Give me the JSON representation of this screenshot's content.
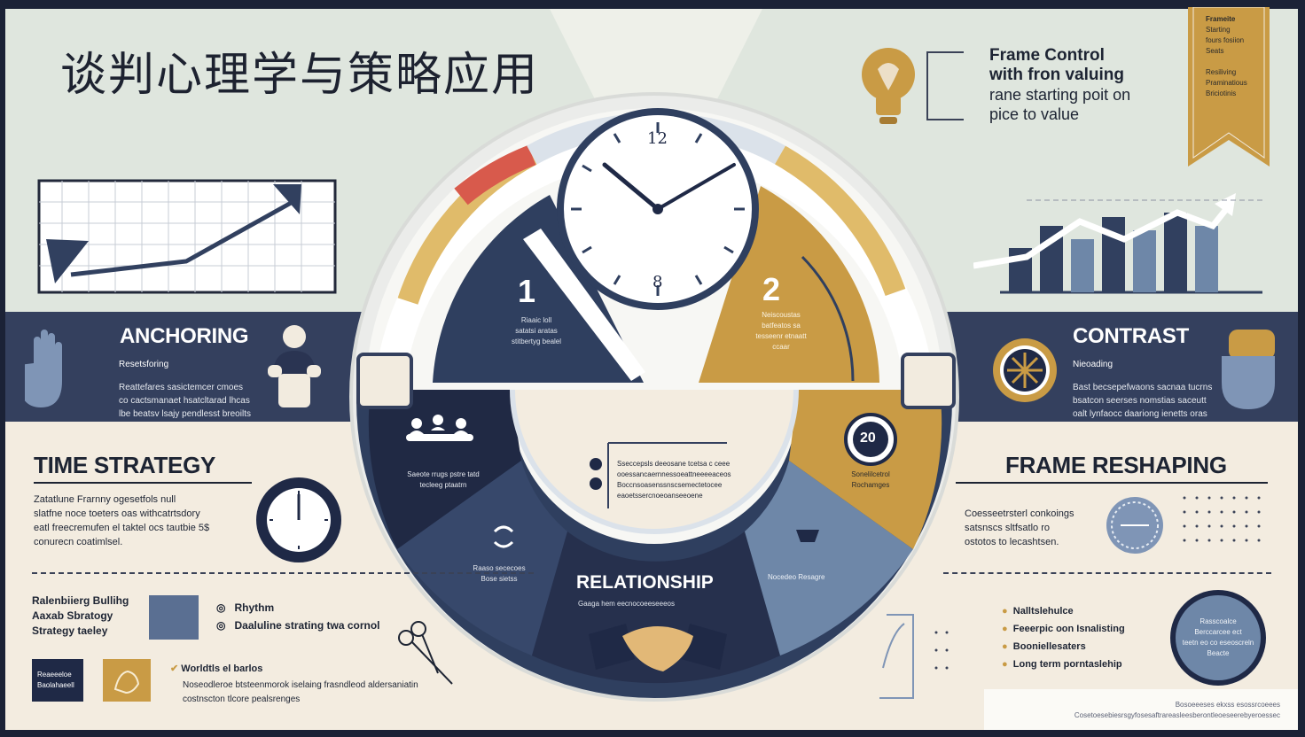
{
  "header": {
    "title": "谈判心理学与策略应用",
    "frame_control": [
      "Frame Control",
      "with fron valuing",
      "rane starting poit on",
      "pice to value"
    ],
    "bookmark_lines": [
      "Frameite",
      "Starting",
      "fours fosiion",
      "Seats",
      "Resiliving",
      "Praminatious",
      "Briciotinis"
    ]
  },
  "sections": {
    "anchoring": {
      "title": "ANCHORING",
      "subtitle": "Resetsforing",
      "body": [
        "Reattefares sasictemcer cmoes",
        "co cactsmanaet hsatcltarad lhcas",
        "lbe beatsv lsajy pendlesst breoilts"
      ]
    },
    "contrast": {
      "title": "CONTRAST",
      "subtitle": "Nieoading",
      "body": [
        "Bast becsepefwaons sacnaa tucrns",
        "bsatcon seerses nomstias saceutt",
        "oalt lynfaocc daariong ienetts oras"
      ]
    },
    "time_strategy": {
      "title": "TIME STRATEGY",
      "body": [
        "Zatatlune Frarnny ogesetfols null",
        "slatfne noce toeters oas withcatrtsdory",
        "eatl freecremufen el taktel ocs tautbie 5$",
        "conurecn coatimlsel."
      ]
    },
    "frame_reshaping": {
      "title": "FRAME RESHAPING",
      "body": [
        "Coesseetrsterl conkoings",
        "satsnscs sltfsatlo ro",
        "ostotos to lecashtsen."
      ]
    },
    "relationship_building": {
      "lines": [
        "Ralenbiierg Bullihg",
        "Aaxab Sbratogy",
        "Strategy taeley"
      ],
      "legend": [
        "Rhythm",
        "Daaluline strating twa cornol"
      ],
      "check": "Worldtls el barlos",
      "notes": [
        "Noseodleroe btsteenmorok iselaing frasndleod aldersaniatin",
        "costnscton tlcore pealsrenges"
      ],
      "box_labels": [
        "Reaeeeloe",
        "Baolahaeell"
      ]
    },
    "bullets": [
      "Nalltslehulce",
      "Feeerpic oon Isnalisting",
      "Booniellesaters",
      "Long term porntaslehip"
    ],
    "circle_badge": [
      "Rasscoalce",
      "Berccarcee ect",
      "teetn eo co eseoscreln",
      "Beacte"
    ],
    "chart_icon_text": ""
  },
  "wheel": {
    "sector1": {
      "number": "1",
      "lines": [
        "Riaaic loll",
        "satatsi aratas",
        "stitbertyg bealel"
      ]
    },
    "sector2": {
      "number": "2",
      "lines": [
        "Neiscoustas",
        "batfeatos sa",
        "tesseenr etnaatt",
        "ccaar"
      ]
    },
    "clock": {
      "n12": "12",
      "n8": "8"
    },
    "center_note": [
      "Sseccepsls deeosane tcetsa c ceee",
      "ooessancaernnessoeattneeeeaceos",
      "Boccnsoasenssnscsemectetocee",
      "eaoetssercnoeoanseeoene"
    ],
    "seg_left_top": [
      "Saeote rrugs pstre tatd",
      "tecleeg ptaatrn"
    ],
    "seg_left_mid": [
      "Raaso sececoes",
      "Bose sietss"
    ],
    "seg_right_top_badge": "20",
    "seg_right_top": [
      "Sonelilcetrol",
      "Rochamges"
    ],
    "seg_right_mid": "Nocedeo Resagre",
    "relationship": {
      "title": "RELATIONSHIP",
      "subtitle": "Gaaga hem eecnocoeeseeeos"
    }
  },
  "footer": {
    "lines": [
      "Bosoeeeses ekxss esossrcoeees",
      "Cosetoesebiesrsgyfosesaftrareasleesberontleoeseerebyeroessec"
    ]
  },
  "colors": {
    "navy": "#2f3f5f",
    "dark_navy": "#202944",
    "gold": "#c99b45",
    "slate_blue": "#6e87a8",
    "sage": "#dee5de",
    "cream": "#f2ebdf",
    "red": "#d85a4c"
  }
}
